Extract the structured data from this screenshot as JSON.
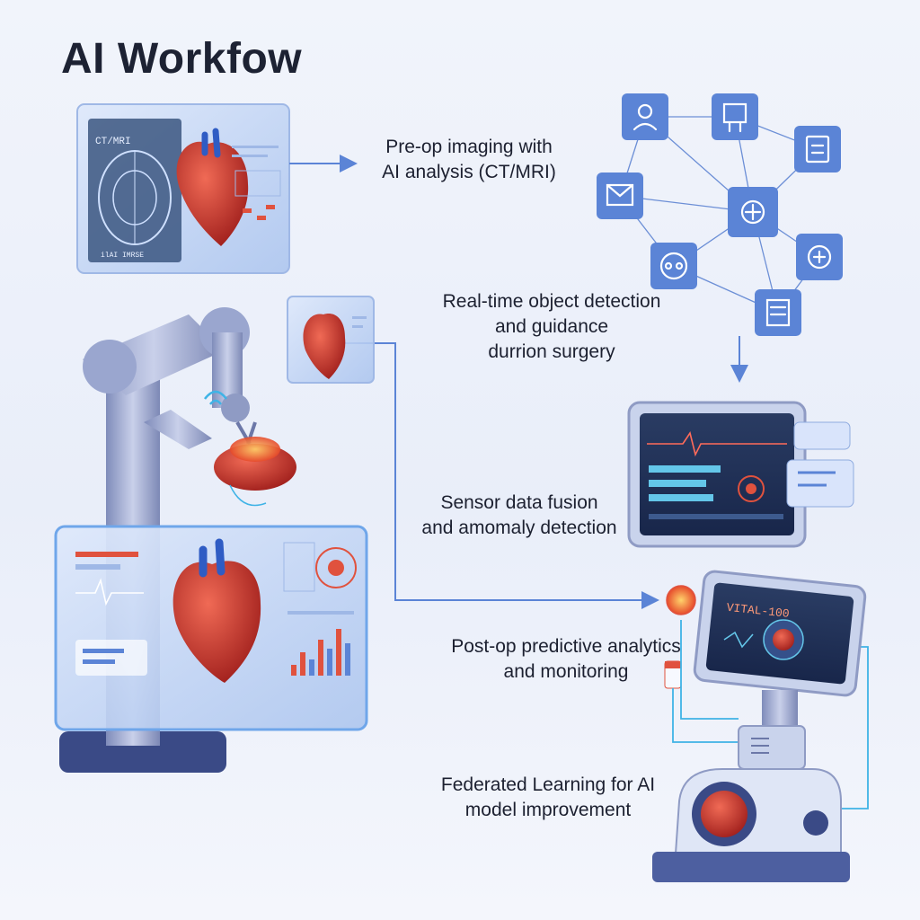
{
  "title": "AI Workfow",
  "steps": [
    {
      "line1": "Pre-op imaging with",
      "line2": "AI analysis (CT/MRI)"
    },
    {
      "line1": "Real-time object detection",
      "line2": "and guidance",
      "line3": "durrion surgery"
    },
    {
      "line1": "Sensor data fusion",
      "line2": "and amomaly detection"
    },
    {
      "line1": "Post-op predictive analytics",
      "line2": "and monitoring"
    },
    {
      "line1": "Federated Learning for AI",
      "line2": "model improvement"
    }
  ],
  "panel_labels": {
    "ct_label": "CT/MRI",
    "ct_caption": "ilAI IMRSE",
    "vitals_label": "VITAL-100"
  },
  "colors": {
    "accent_blue": "#5b84d6",
    "heart_red": "#c8302a",
    "robot_gray": "#8f9bc4",
    "screen_dark": "#1f2f52"
  }
}
